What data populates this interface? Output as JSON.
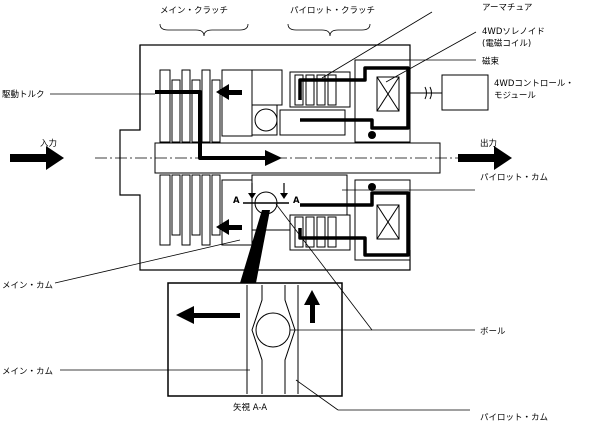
{
  "labels": {
    "main_clutch": "メイン・クラッチ",
    "pilot_clutch": "パイロット・クラッチ",
    "armature": "アーマチュア",
    "solenoid_line1": "4WDソレノイド",
    "solenoid_line2": "(電磁コイル)",
    "magnetic_flux": "磁束",
    "control_module_line1": "4WDコントロール・",
    "control_module_line2": "モジュール",
    "drive_torque": "駆動トルク",
    "input": "入力",
    "output": "出力",
    "pilot_cam": "パイロット・カム",
    "section_mark": "A",
    "main_cam": "メイン・カム",
    "ball": "ボール",
    "view_aa": "矢視 A-A",
    "main_cam_inset": "メイン・カム",
    "pilot_cam_inset": "パイロット・カム"
  },
  "colors": {
    "line": "#000000",
    "background": "#ffffff"
  }
}
